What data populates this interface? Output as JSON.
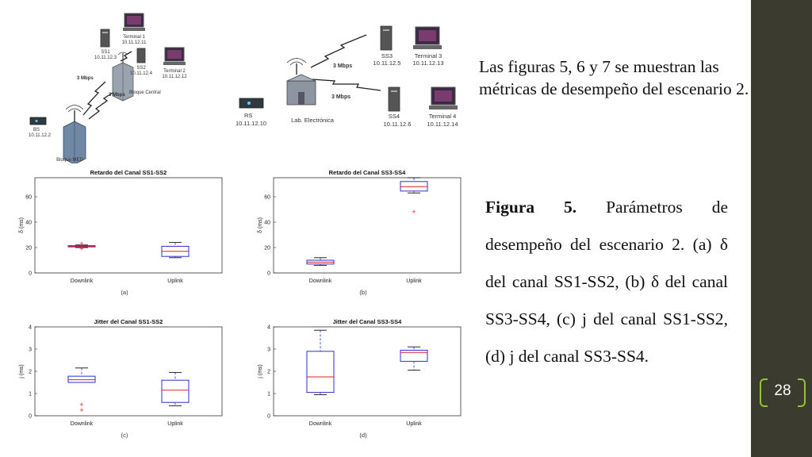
{
  "slide": {
    "intro_text": "Las figuras 5, 6 y 7 se muestran las métricas de desempeño del escenario 2.",
    "caption": {
      "label": "Figura 5.",
      "text": "Parámetros de desempeño del escenario 2. (a) δ del canal SS1-SS2, (b) δ del canal SS3-SS4, (c) j del canal SS1-SS2, (d) j del canal SS3-SS4."
    },
    "page_number": "28",
    "colors": {
      "sidebar": "#3b3b30",
      "accent": "#8fc43f"
    }
  },
  "network_left": {
    "nodes": [
      {
        "name": "Terminal 1",
        "ip": "10.11.12.11"
      },
      {
        "name": "SS1",
        "ip": "10.11.12.3"
      },
      {
        "name": "SS2",
        "ip": "10.11.12.4"
      },
      {
        "name": "Terminal 2",
        "ip": "10.11.12.12"
      },
      {
        "name": "BS",
        "ip": "10.11.12.2"
      }
    ],
    "link_left": "3 Mbps",
    "link_center": "3 Mbps",
    "building_central": "Bloque Central",
    "building_med": "Bloque MED"
  },
  "network_right": {
    "nodes": [
      {
        "name": "SS3",
        "ip": "10.11.12.5"
      },
      {
        "name": "Terminal 3",
        "ip": "10.11.12.13"
      },
      {
        "name": "SS4",
        "ip": "10.11.12.6"
      },
      {
        "name": "Terminal 4",
        "ip": "10.11.12.14"
      },
      {
        "name": "RS",
        "ip": "10.11.12.10"
      }
    ],
    "link_upper": "3 Mbps",
    "link_lower": "3 Mbps",
    "building_lab": "Lab. Electrónica"
  },
  "chart_data": [
    {
      "type": "box",
      "panel": "(a)",
      "title": "Retardo del Canal SS1-SS2",
      "ylabel": "δ (ms)",
      "categories": [
        "Downlink",
        "Uplink"
      ],
      "ylim": [
        0,
        75
      ],
      "yticks": [
        0,
        20,
        40,
        60
      ],
      "boxes": [
        {
          "whisker_low": 20,
          "q1": 20.5,
          "median": 21,
          "q3": 21.5,
          "whisker_high": 22,
          "outliers": [
            19,
            23
          ]
        },
        {
          "whisker_low": 12,
          "q1": 13,
          "median": 17,
          "q3": 21,
          "whisker_high": 24,
          "outliers": []
        }
      ]
    },
    {
      "type": "box",
      "panel": "(b)",
      "title": "Retardo del Canal SS3-SS4",
      "ylabel": "δ (ms)",
      "categories": [
        "Downlink",
        "Uplink"
      ],
      "ylim": [
        0,
        75
      ],
      "yticks": [
        0,
        20,
        40,
        60
      ],
      "boxes": [
        {
          "whisker_low": 6,
          "q1": 7,
          "median": 8.5,
          "q3": 10,
          "whisker_high": 12,
          "outliers": []
        },
        {
          "whisker_low": 63,
          "q1": 64.5,
          "median": 68,
          "q3": 72,
          "whisker_high": 75,
          "outliers": [
            48
          ]
        }
      ]
    },
    {
      "type": "box",
      "panel": "(c)",
      "title": "Jitter del Canal SS1-SS2",
      "ylabel": "j (ms)",
      "categories": [
        "Downlink",
        "Uplink"
      ],
      "ylim": [
        0,
        4
      ],
      "yticks": [
        0,
        1,
        2,
        3,
        4
      ],
      "boxes": [
        {
          "whisker_low": 1.5,
          "q1": 1.5,
          "median": 1.62,
          "q3": 1.78,
          "whisker_high": 2.15,
          "outliers": [
            0.5,
            0.25
          ]
        },
        {
          "whisker_low": 0.45,
          "q1": 0.6,
          "median": 1.15,
          "q3": 1.6,
          "whisker_high": 1.95,
          "outliers": []
        }
      ]
    },
    {
      "type": "box",
      "panel": "(d)",
      "title": "Jitter del Canal SS3-SS4",
      "ylabel": "j (ms)",
      "categories": [
        "Downlink",
        "Uplink"
      ],
      "ylim": [
        0,
        4
      ],
      "yticks": [
        0,
        1,
        2,
        3,
        4
      ],
      "boxes": [
        {
          "whisker_low": 0.95,
          "q1": 1.05,
          "median": 1.75,
          "q3": 2.9,
          "whisker_high": 3.85,
          "outliers": []
        },
        {
          "whisker_low": 2.05,
          "q1": 2.45,
          "median": 2.85,
          "q3": 2.95,
          "whisker_high": 3.1,
          "outliers": []
        }
      ]
    }
  ]
}
